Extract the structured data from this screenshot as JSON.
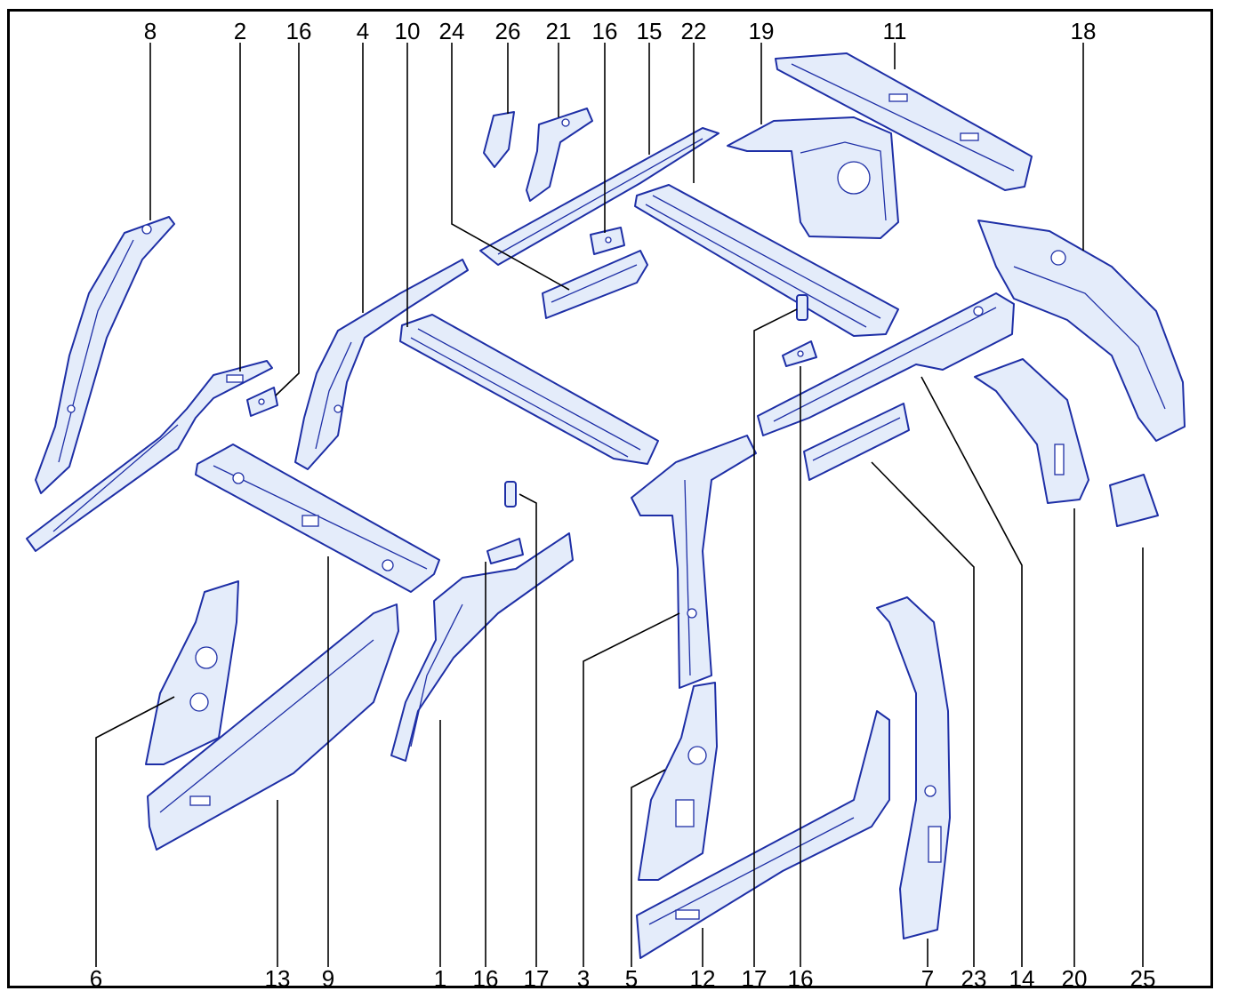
{
  "diagram": {
    "line_color": "#1e2fa6",
    "fill_color": "#e4ecfa",
    "top_callouts": [
      "8",
      "2",
      "16",
      "4",
      "10",
      "24",
      "26",
      "21",
      "16",
      "15",
      "22",
      "19",
      "11",
      "18"
    ],
    "bottom_callouts": [
      "6",
      "13",
      "9",
      "1",
      "16",
      "17",
      "3",
      "5",
      "12",
      "17",
      "16",
      "7",
      "23",
      "14",
      "20",
      "25"
    ]
  }
}
